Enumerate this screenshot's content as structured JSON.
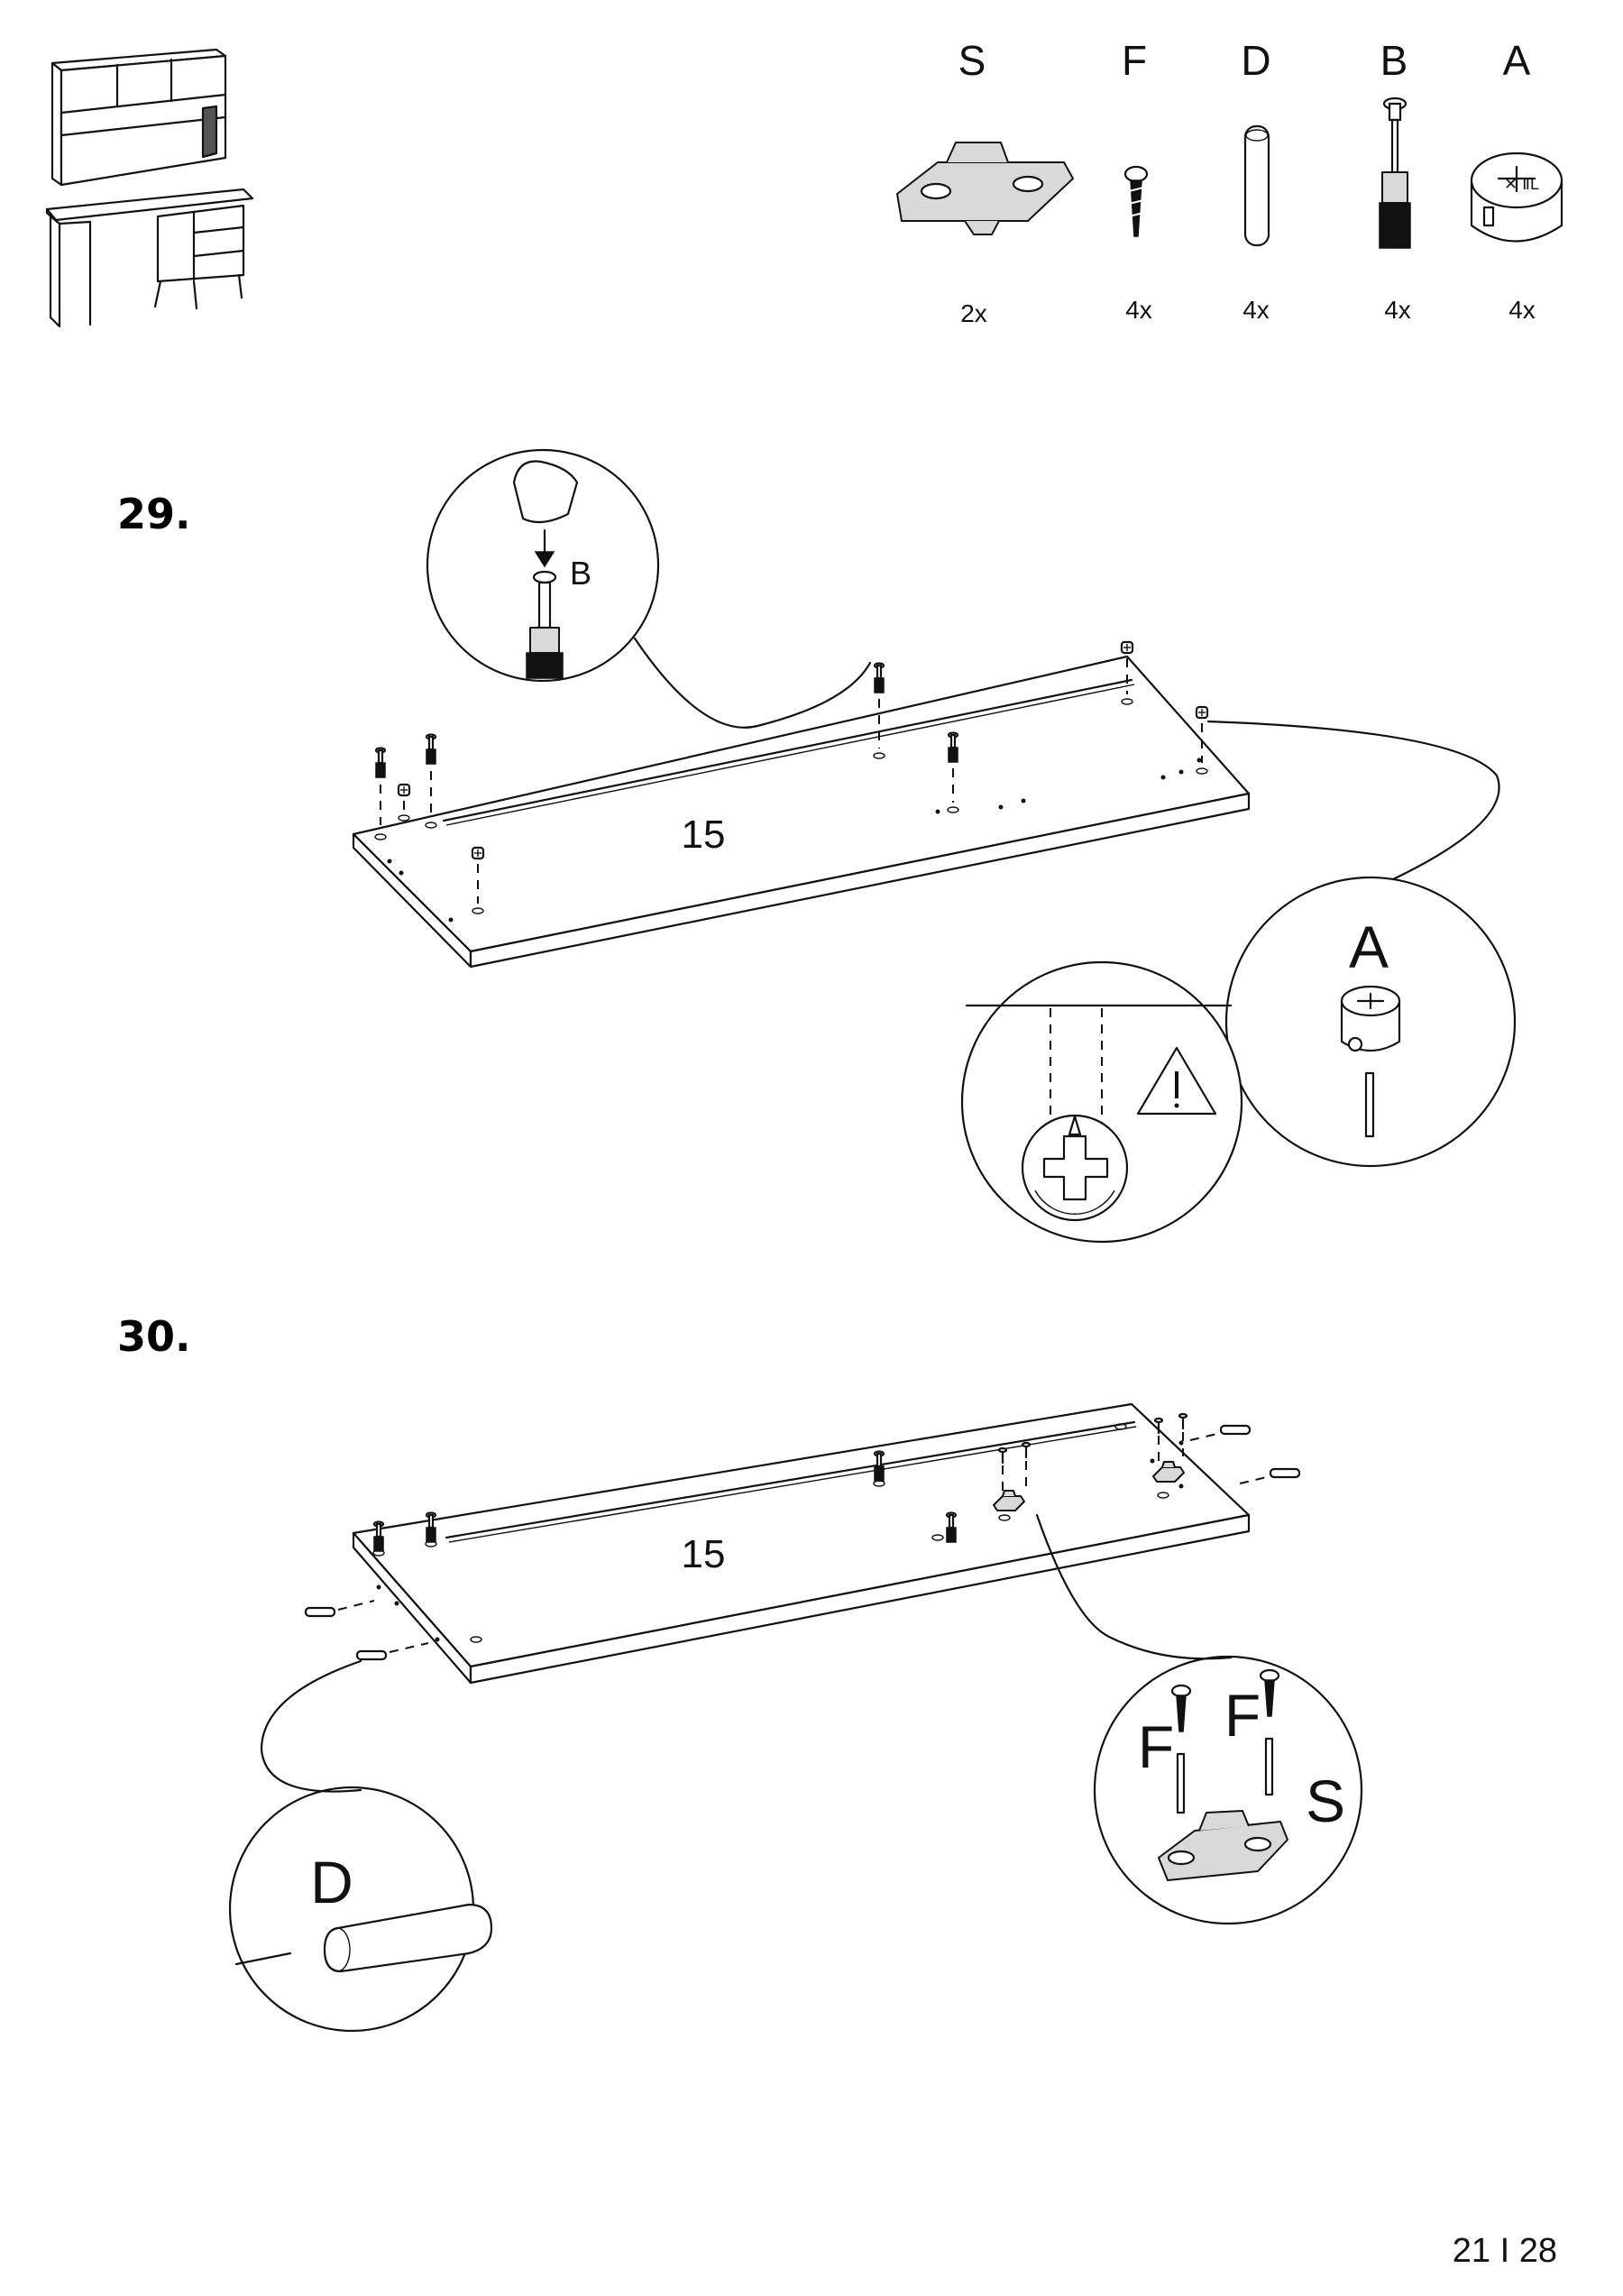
{
  "parts": [
    {
      "letter": "S",
      "quantity": "2x",
      "icon": "hinge-plate-icon"
    },
    {
      "letter": "F",
      "quantity": "4x",
      "icon": "screw-icon"
    },
    {
      "letter": "D",
      "quantity": "4x",
      "icon": "dowel-icon"
    },
    {
      "letter": "B",
      "quantity": "4x",
      "icon": "cam-bolt-icon"
    },
    {
      "letter": "A",
      "quantity": "4x",
      "icon": "cam-lock-icon"
    }
  ],
  "steps": [
    {
      "number": "29.",
      "panel_label": "15",
      "callouts": {
        "bolt": "B",
        "cam": "A"
      },
      "warning_icon": "warning-triangle-icon"
    },
    {
      "number": "30.",
      "panel_label": "15",
      "callouts": {
        "dowel": "D",
        "screw_left": "F",
        "screw_right": "F",
        "plate": "S"
      }
    }
  ],
  "page_number": "21 I 28"
}
